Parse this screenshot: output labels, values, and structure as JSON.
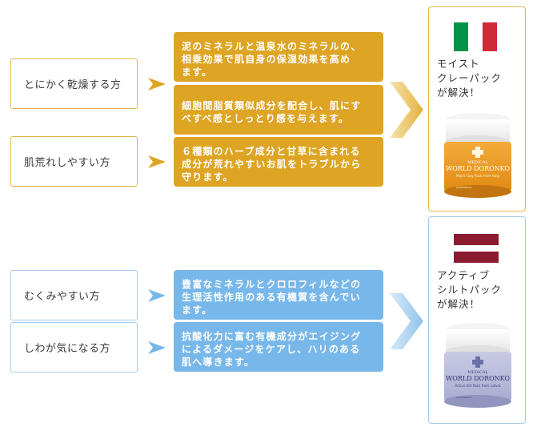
{
  "colors": {
    "gold": "#dea423",
    "gold_border": "#e2b54a",
    "blue": "#78b7ea",
    "blue_border": "#a6c8ea",
    "italy_green": "#009246",
    "italy_white": "#ffffff",
    "italy_red": "#ce2b37",
    "latvia_red": "#8a1b2e"
  },
  "top_section": {
    "concerns": [
      "とにかく乾燥する方",
      "肌荒れしやすい方"
    ],
    "messages": [
      [
        "泥のミネラルと温泉水のミネラルの、",
        "相乗効果で肌自身の保湿効果を高め",
        "ます。"
      ],
      [
        "細胞間脂質類似成分を配合し、肌にす",
        "べすべ感としっとり感を与えます。"
      ],
      [
        "６種類のハーブ成分と甘草に含まれる",
        "成分が荒れやすいお肌をトラブルから",
        "守ります。"
      ]
    ],
    "product": {
      "flag_icon": "italy-flag-icon",
      "title_lines": [
        "モイスト",
        "クレーパック",
        "が解決！"
      ],
      "jar_brand": "WORLD DORONKO",
      "jar_line": "MEDICAL",
      "jar_sub": "Moist Clay Pack  from Italy",
      "jar_maker": "yoshiwara"
    }
  },
  "bottom_section": {
    "concerns": [
      "むくみやすい方",
      "しわが気になる方"
    ],
    "messages": [
      [
        "豊富なミネラルとクロロフィルなどの",
        "生理活性作用のある有機質を含んでい",
        "ます。"
      ],
      [
        "抗酸化力に富む有機成分がエイジング",
        "によるダメージをケアし、ハリのある",
        "肌へ導きます。"
      ]
    ],
    "product": {
      "flag_icon": "latvia-flag-icon",
      "title_lines": [
        "アクティブ",
        "シルトパック",
        "が解決！"
      ],
      "jar_brand": "WORLD DORONKO",
      "jar_line": "MEDICAL",
      "jar_sub": "Active Silt Pack  from Latvia",
      "jar_maker": "yoshiwara"
    }
  }
}
